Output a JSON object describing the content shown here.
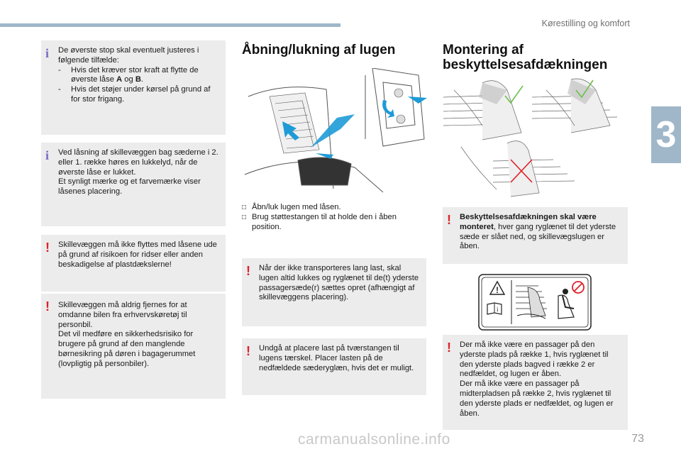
{
  "header": {
    "section_title": "Kørestilling og komfort",
    "chapter": "3"
  },
  "left": {
    "box1": {
      "intro": "De øverste stop skal eventuelt justeres i følgende tilfælde:",
      "item1_a": "Hvis det kræver stor kraft at flytte de øverste låse ",
      "item1_A": "A",
      "item1_og": " og ",
      "item1_B": "B",
      "item1_end": ".",
      "item2": "Hvis det støjer under kørsel på grund af for stor frigang."
    },
    "box2": {
      "text1": "Ved låsning af skillevæggen bag sæderne i 2. eller 1. række høres en lukkelyd, når de øverste låse er lukket.",
      "text2": "Et synligt mærke og et farvemærke viser låsenes placering."
    },
    "box3": {
      "text": "Skillevæggen må ikke flyttes med låsene ude på grund af risikoen for ridser eller anden beskadigelse af plastdækslerne!"
    },
    "box4": {
      "text1": "Skillevæggen må aldrig fjernes for at omdanne bilen fra erhvervskøretøj til personbil.",
      "text2": "Det vil medføre en sikkerhedsrisiko for brugere på grund af den manglende børnesikring på døren i bagagerummet (lovpligtig på personbiler)."
    }
  },
  "middle": {
    "title": "Åbning/lukning af lugen",
    "bullet1": "Åbn/luk lugen med låsen.",
    "bullet2": "Brug støttestangen til at holde den i åben position.",
    "bullet_symbol": "",
    "warn1": "Når der ikke transporteres lang last, skal lugen altid lukkes og ryglænet til de(t) yderste passagersæde(r) sættes opret (afhængigt af skillevæggens placering).",
    "warn2": "Undgå at placere last på tværstangen til lugens tærskel. Placer lasten på de nedfældede sæderyglæn, hvis det er muligt."
  },
  "right": {
    "title_line1": "Montering af",
    "title_line2": "beskyttelsesafdækningen",
    "warn1_bold": "Beskyttelsesafdækningen skal være monteret",
    "warn1_rest": ", hver gang ryglænet til det yderste sæde er slået ned, og skillevægslugen er åben.",
    "warn2_text1": "Der må ikke være en passager på den yderste plads på række 1, hvis ryglænet til den yderste plads bagved i række 2 er nedfældet, og lugen er åben.",
    "warn2_text2": "Der må ikke være en passager på midterpladsen på række 2, hvis ryglænet til den yderste plads er nedfældet, og lugen er åben."
  },
  "footer": {
    "page_number": "73",
    "watermark": "carmanualsonline.info"
  },
  "colors": {
    "accent": "#9fb7c9",
    "warning": "#e0202a",
    "info": "#7a6cc4",
    "box_bg": "#ececec",
    "arrow": "#1e9bd7"
  }
}
